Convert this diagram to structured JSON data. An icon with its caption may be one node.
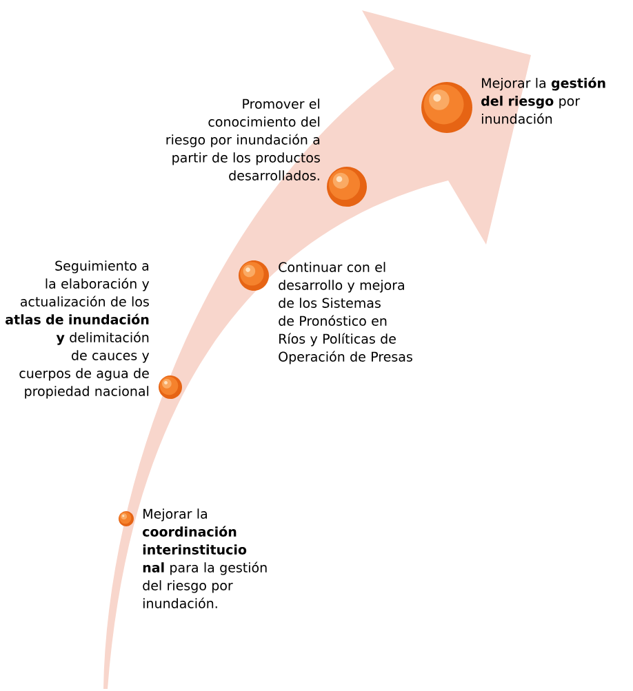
{
  "diagram": {
    "nodes": [
      {
        "text": [],
        "shape": "circle",
        "beside": [
          "Mejorar la **coordinación interinstitucio nal** para la gestión del riesgo por inundación."
        ]
      },
      {
        "text": [],
        "shape": "circle",
        "beside": [
          "Seguimiento a la elaboración y actualización de los **atlas de inundación y** delimitación de cauces y cuerpos de agua de propiedad nacional"
        ]
      },
      {
        "text": [],
        "shape": "circle",
        "beside": [
          "Continuar con el desarrollo y mejora de los Sistemas de Pronóstico en Ríos y Políticas de Operación de Presas"
        ]
      },
      {
        "text": [],
        "shape": "circle",
        "beside": [
          "Promover el conocimiento del riesgo por inundación a partir de los productos desarrollados."
        ]
      },
      {
        "text": [],
        "shape": "circle",
        "beside": [
          "Mejorar la **gestión del riesgo** por inundación"
        ]
      }
    ]
  }
}
